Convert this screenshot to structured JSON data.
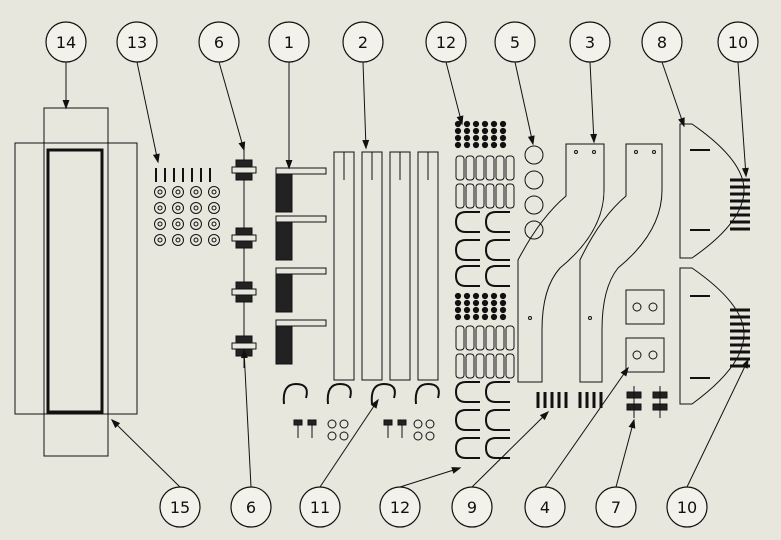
{
  "colors": {
    "sheet": "#e8e7de",
    "line": "#111111",
    "bubble_fill": "#f2f1ea"
  },
  "balloons": [
    {
      "id": "14",
      "label": "14"
    },
    {
      "id": "13",
      "label": "13"
    },
    {
      "id": "6a",
      "label": "6"
    },
    {
      "id": "1",
      "label": "1"
    },
    {
      "id": "2",
      "label": "2"
    },
    {
      "id": "12a",
      "label": "12"
    },
    {
      "id": "5",
      "label": "5"
    },
    {
      "id": "3",
      "label": "3"
    },
    {
      "id": "8",
      "label": "8"
    },
    {
      "id": "10a",
      "label": "10"
    },
    {
      "id": "15",
      "label": "15"
    },
    {
      "id": "6b",
      "label": "6"
    },
    {
      "id": "11",
      "label": "11"
    },
    {
      "id": "12b",
      "label": "12"
    },
    {
      "id": "9",
      "label": "9"
    },
    {
      "id": "4",
      "label": "4"
    },
    {
      "id": "7",
      "label": "7"
    },
    {
      "id": "10b",
      "label": "10"
    }
  ]
}
